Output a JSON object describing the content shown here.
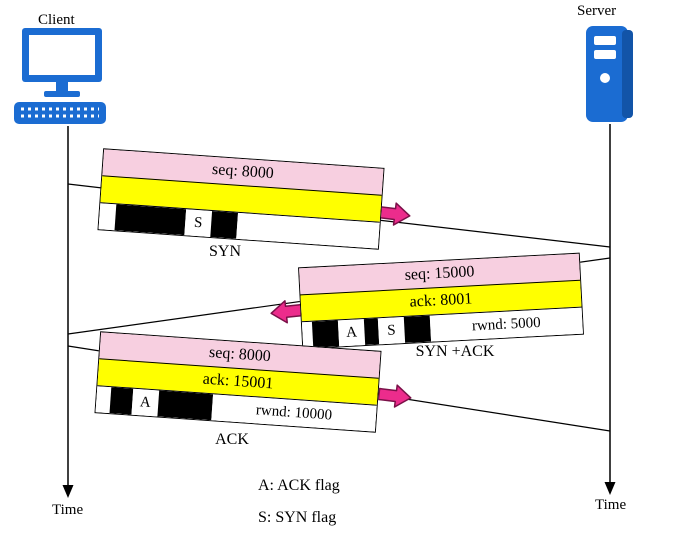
{
  "client": {
    "label": "Client",
    "time_label": "Time"
  },
  "server": {
    "label": "Server",
    "time_label": "Time"
  },
  "packets": [
    {
      "seq": "seq: 8000",
      "ack": "",
      "flags": {
        "s": "S"
      },
      "rwnd": "",
      "label": "SYN"
    },
    {
      "seq": "seq: 15000",
      "ack": "ack: 8001",
      "flags": {
        "a": "A",
        "s": "S"
      },
      "rwnd": "rwnd: 5000",
      "label": "SYN +ACK"
    },
    {
      "seq": "seq: 8000",
      "ack": "ack: 15001",
      "flags": {
        "a": "A"
      },
      "rwnd": "rwnd: 10000",
      "label": "ACK"
    }
  ],
  "legend": {
    "ack_line": "A: ACK flag",
    "syn_line": "S: SYN flag"
  },
  "icons": {
    "client": "desktop-computer-icon",
    "server": "server-tower-icon",
    "message_arrow": "magenta-block-arrow-icon",
    "timeline_end": "down-arrowhead-icon"
  },
  "colors": {
    "seq_row": "#f7cfe0",
    "ack_row": "#ffff00",
    "arrow": "#ec2c8c",
    "device_blue": "#1b6cd2",
    "line": "#000000"
  }
}
